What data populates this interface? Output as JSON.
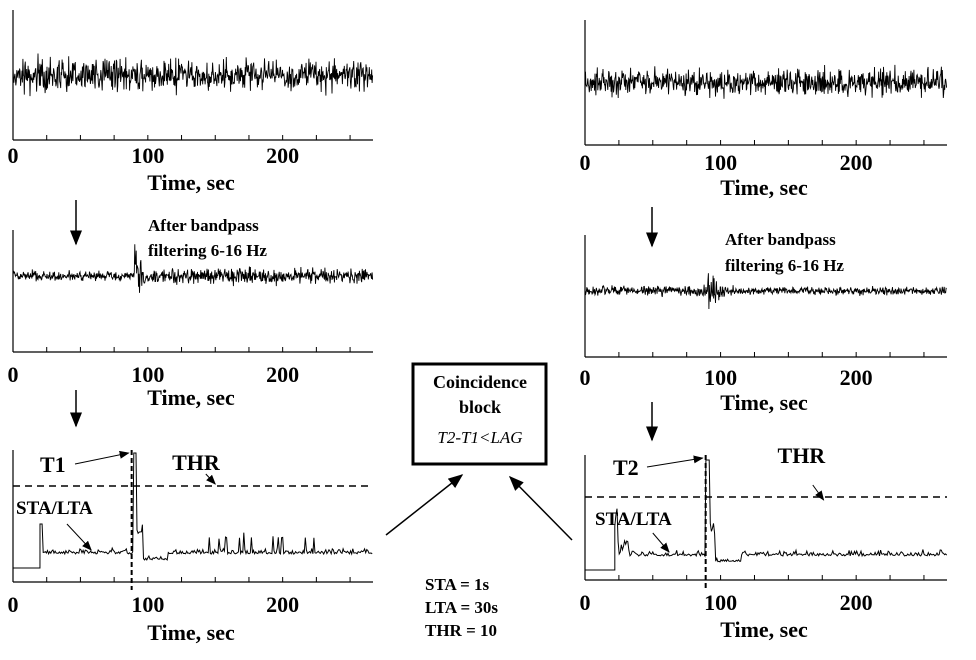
{
  "chart_data": {
    "type": "line",
    "title": "Two-station STA/LTA trigger with coincidence block",
    "xlabel": "Time, sec",
    "x_ticks": [
      "0",
      "100",
      "200"
    ],
    "xlim": [
      0,
      267
    ],
    "event_time_sec": 90,
    "stations": [
      {
        "raw": {
          "xlabel": "Time, sec"
        },
        "filtered": {
          "annotation_line1": "After bandpass",
          "annotation_line2": "filtering 6-16 Hz",
          "xlabel": "Time, sec"
        },
        "stalta": {
          "trigger_label": "T1",
          "threshold_label": "THR",
          "curve_label": "STA/LTA",
          "xlabel": "Time, sec",
          "trigger_time_sec": 88
        }
      },
      {
        "raw": {
          "xlabel": "Time, sec"
        },
        "filtered": {
          "annotation_line1": "After bandpass",
          "annotation_line2": "filtering 6-16 Hz",
          "xlabel": "Time, sec"
        },
        "stalta": {
          "trigger_label": "T2",
          "threshold_label": "THR",
          "curve_label": "STA/LTA",
          "xlabel": "Time, sec",
          "trigger_time_sec": 89
        }
      }
    ]
  },
  "coincidence": {
    "line1": "Coincidence",
    "line2": "block",
    "condition": "T2-T1<LAG"
  },
  "params": {
    "sta": "STA = 1s",
    "lta": "LTA = 30s",
    "thr": "THR = 10"
  }
}
